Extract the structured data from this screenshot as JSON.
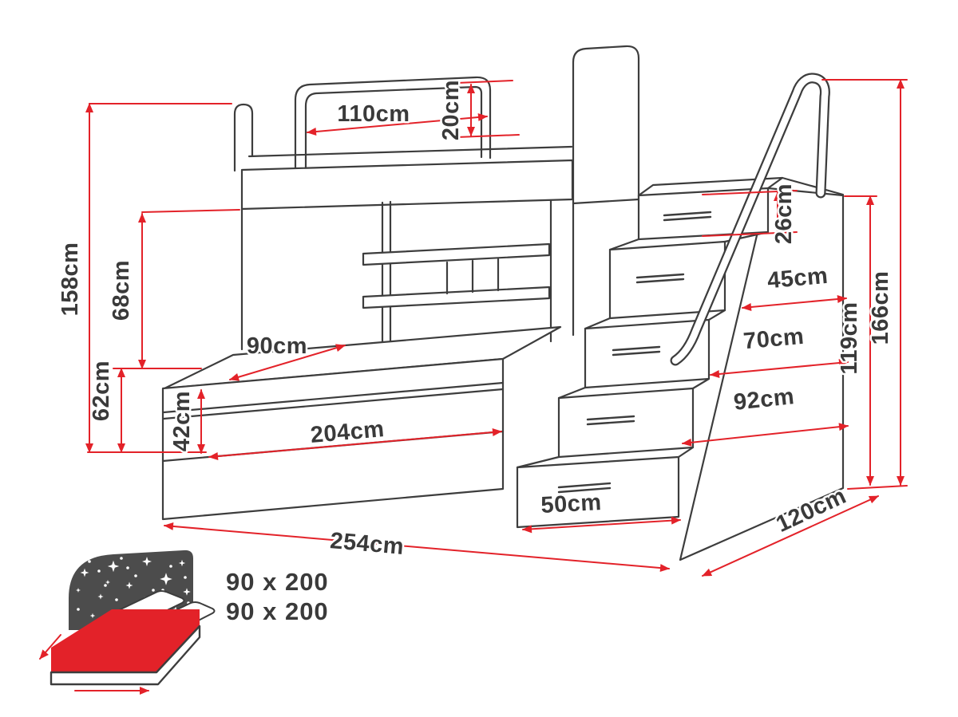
{
  "diagram": {
    "kind": "bunk-bed-dimensions-diagram",
    "colors": {
      "line": "#3d3d3d",
      "dimension": "#e32229",
      "text": "#3a3a3a"
    },
    "dims": {
      "rail_length": "110cm",
      "rail_height": "20cm",
      "height_total_left": "158cm",
      "clearance_under_bunk": "68cm",
      "base_height": "62cm",
      "mattress_width": "90cm",
      "frame_front_height": "42cm",
      "bed_length": "204cm",
      "total_length": "254cm",
      "bottom_step_width": "50cm",
      "top_step_height": "26cm",
      "step_width_upper": "45cm",
      "step_width_middle": "70cm",
      "step_width_lower": "92cm",
      "depth": "120cm",
      "height_total_right": "166cm",
      "staircase_height": "119cm"
    },
    "legend": {
      "size_top": "90 x 200",
      "size_bottom": "90 x 200"
    },
    "icons": {
      "bed_size_icon": "bed-with-starry-headboard"
    }
  }
}
